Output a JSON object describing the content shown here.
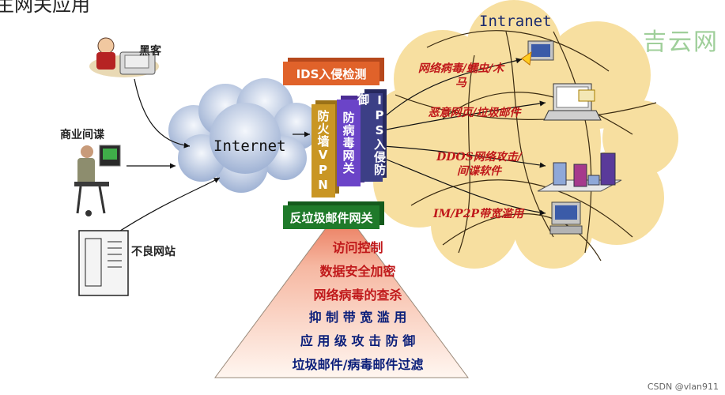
{
  "title": "主网关应用",
  "watermark": "吉云网",
  "footer_credit": "CSDN @vlan911",
  "threat_sources": [
    {
      "label": "黑客",
      "icon": "hacker-icon"
    },
    {
      "label": "商业间谍",
      "icon": "spy-icon"
    },
    {
      "label": "不良网站",
      "icon": "server-icon"
    }
  ],
  "internet_label": "Internet",
  "intranet_label": "Intranet",
  "gateway": {
    "ids": "IDS入侵检测",
    "firewall": "防火墙VPN",
    "antivirus": "防病毒网关",
    "ips": "IPS入侵防御",
    "antispam": "反垃圾邮件网关"
  },
  "attacks": [
    {
      "line1": "网络病毒/蠕虫/木",
      "line2": "马"
    },
    {
      "line1": "恶意网页/垃圾邮件",
      "line2": ""
    },
    {
      "line1": "DDOS网络攻击/",
      "line2": "间谍软件"
    },
    {
      "line1": "IM/P2P带宽滥用",
      "line2": ""
    }
  ],
  "pyramid": [
    {
      "text": "访问控制",
      "color": "#c0181a"
    },
    {
      "text": "数据安全加密",
      "color": "#c0181a"
    },
    {
      "text": "网络病毒的查杀",
      "color": "#c0181a"
    },
    {
      "text": "抑 制 带 宽 滥 用",
      "color": "#0b1f7a"
    },
    {
      "text": "应 用 级 攻 击 防 御",
      "color": "#0b1f7a"
    },
    {
      "text": "垃圾邮件/病毒邮件过滤",
      "color": "#0b1f7a"
    }
  ],
  "colors": {
    "cloud_blue": "#aabbd8",
    "intranet_yellow": "#f7dfa0",
    "pyramid_top": "#e86a4a",
    "pyramid_bottom": "#fff5ee"
  }
}
